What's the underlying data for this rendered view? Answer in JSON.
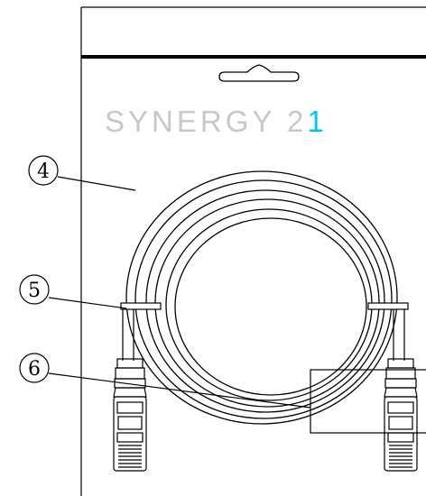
{
  "brand": {
    "name": "SYNERGY 2",
    "suffix": "1",
    "name_color": "#c8c8c8",
    "suffix_color": "#00c8e6"
  },
  "callouts": [
    {
      "label": "4"
    },
    {
      "label": "5"
    },
    {
      "label": "6"
    }
  ],
  "colors": {
    "line": "#000000",
    "background": "#ffffff"
  }
}
